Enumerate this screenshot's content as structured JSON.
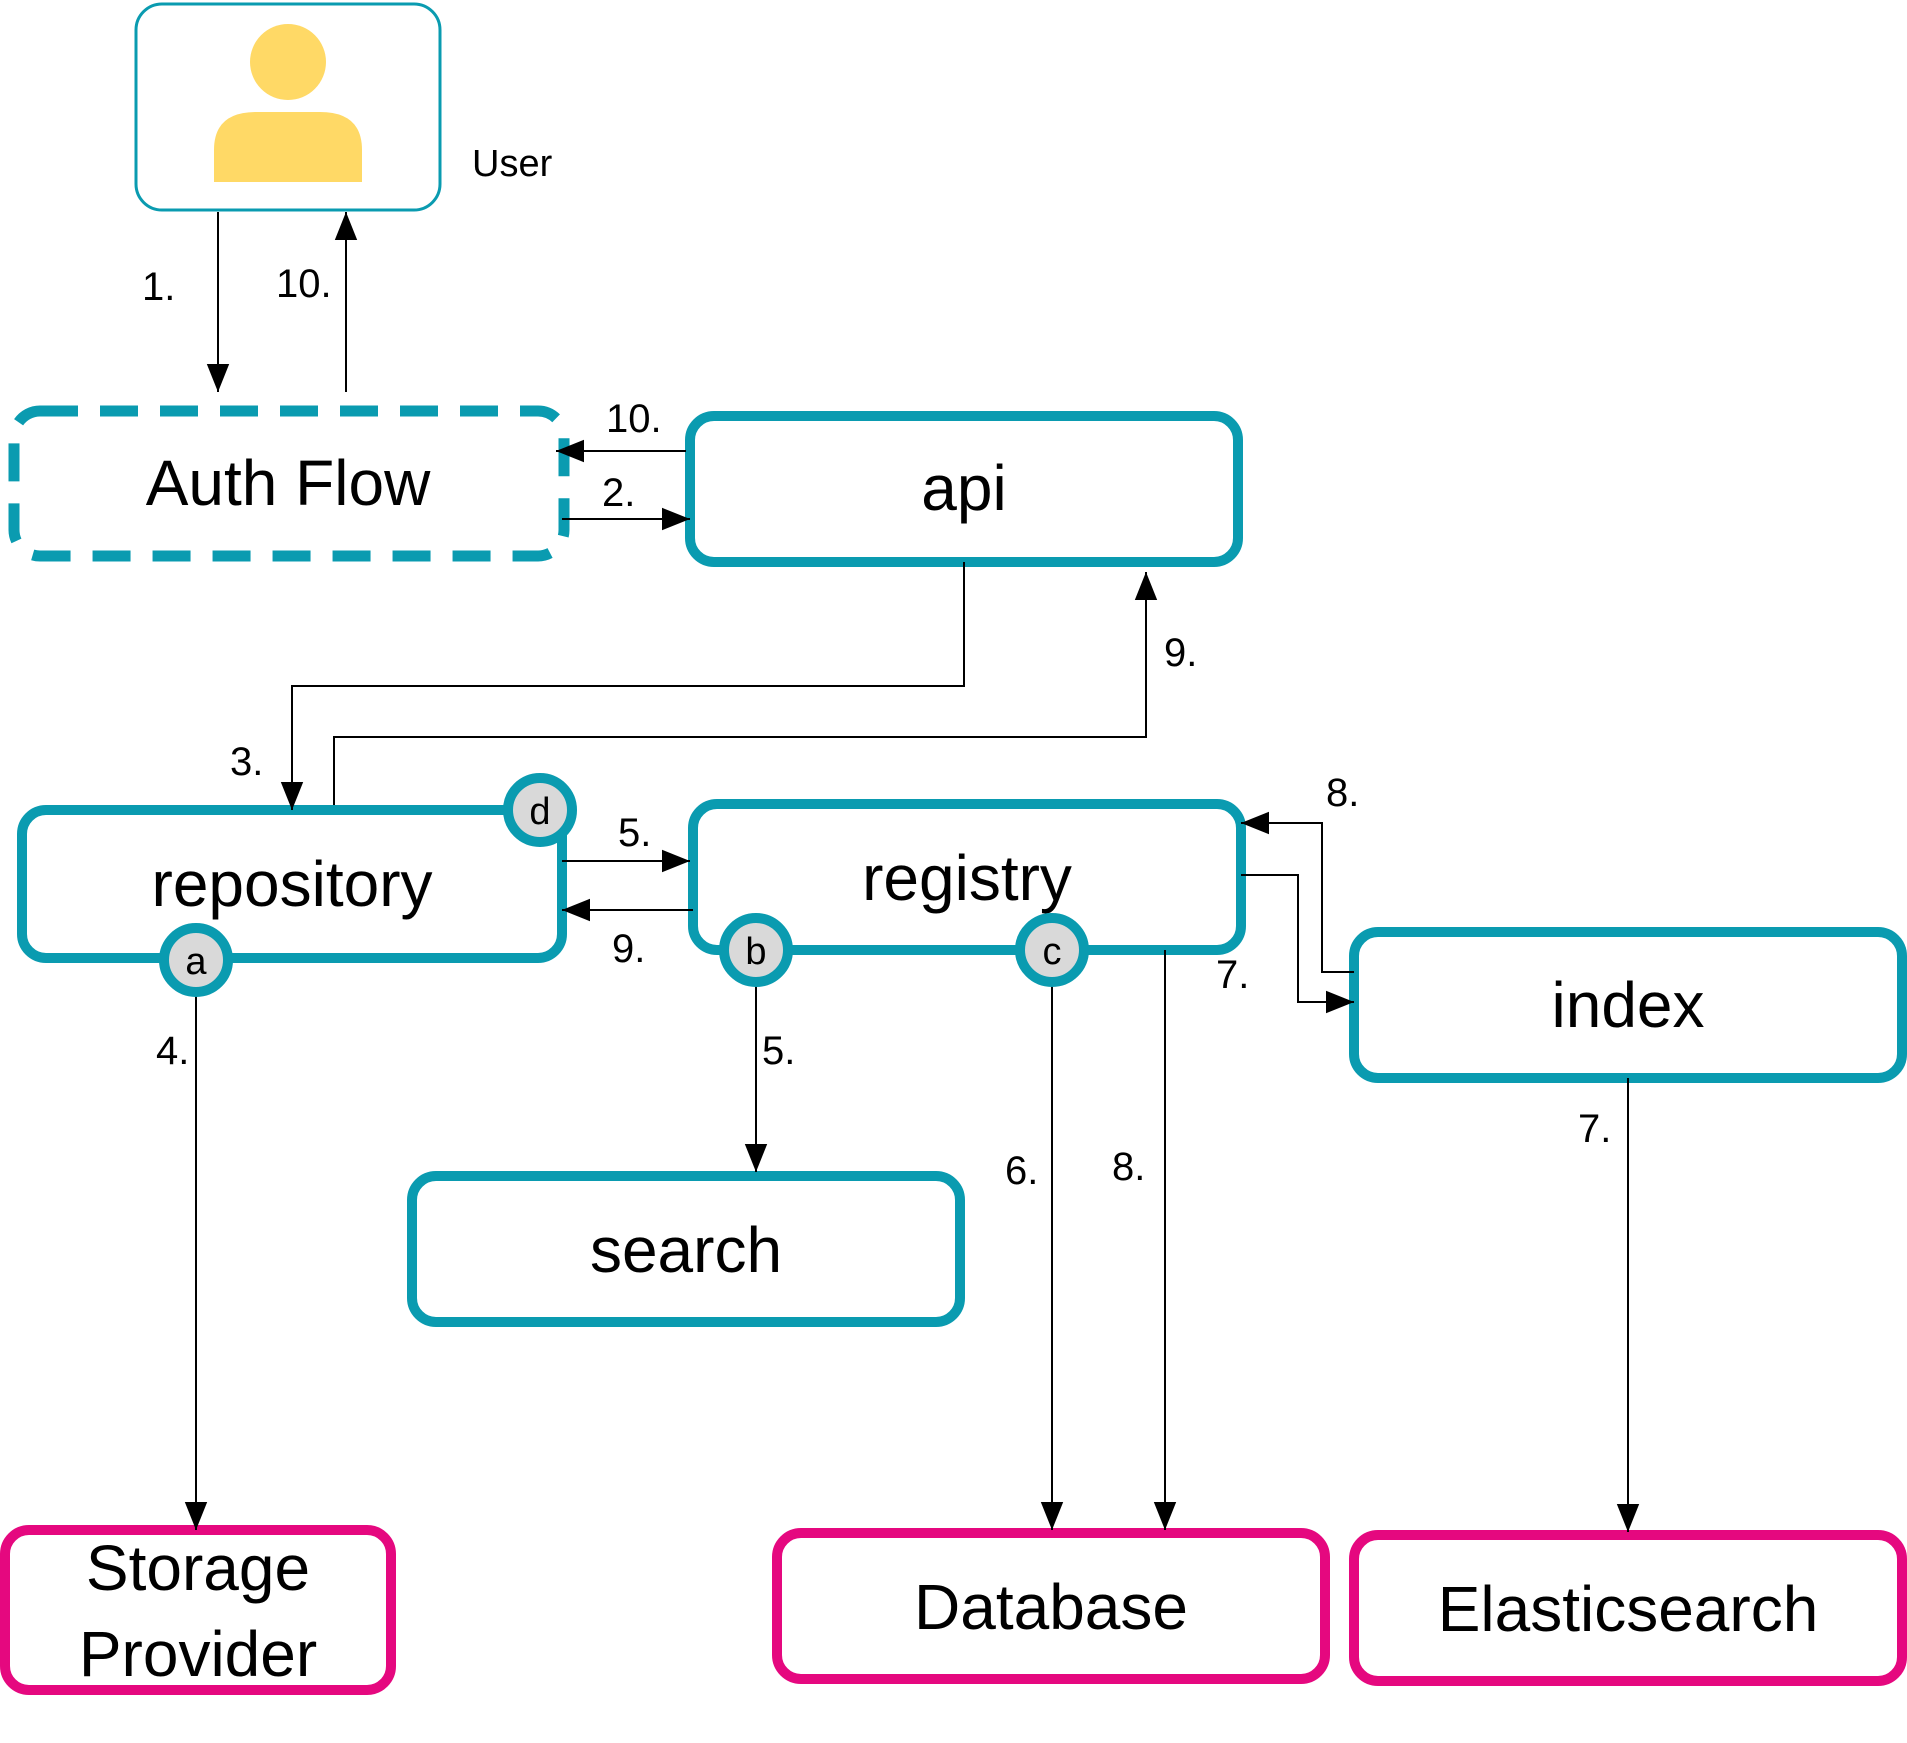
{
  "colors": {
    "service": "#0a9bb0",
    "external": "#e5087f",
    "user_icon": "#ffd966",
    "badge_fill": "#d9d9d9",
    "line": "#000000"
  },
  "user": {
    "label": "User",
    "icon": "person-icon"
  },
  "nodes": {
    "auth_flow": "Auth Flow",
    "api": "api",
    "repository": "repository",
    "registry": "registry",
    "index": "index",
    "search": "search",
    "storage_line1": "Storage",
    "storage_line2": "Provider",
    "database": "Database",
    "elasticsearch": "Elasticsearch"
  },
  "badges": {
    "a": "a",
    "b": "b",
    "c": "c",
    "d": "d"
  },
  "steps": {
    "user_to_auth": "1.",
    "auth_to_user": "10.",
    "api_to_auth": "10.",
    "auth_to_api": "2.",
    "api_to_repository": "3.",
    "repository_to_api": "9.",
    "repository_to_registry": "5.",
    "registry_to_repository": "9.",
    "index_to_registry": "8.",
    "registry_to_index": "7.",
    "repository_to_storage": "4.",
    "registry_to_search": "5.",
    "registry_to_database_c": "6.",
    "registry_to_database": "8.",
    "index_to_elasticsearch": "7."
  }
}
